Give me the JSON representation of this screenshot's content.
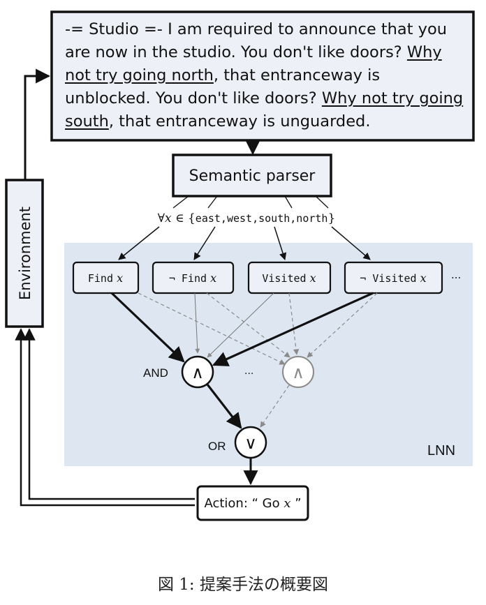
{
  "observation": {
    "segments": [
      {
        "text": "-= Studio =- I am required to announce that you are now in the studio. You don't like doors? ",
        "underline": false
      },
      {
        "text": "Why not try going north",
        "underline": true
      },
      {
        "text": ", that entranceway is unblocked. You don't like doors? ",
        "underline": false
      },
      {
        "text": "Why not try going south",
        "underline": true
      },
      {
        "text": ", that entranceway is unguarded.",
        "underline": false
      }
    ]
  },
  "environment_label": "Environment",
  "semantic_parser_label": "Semantic parser",
  "quantifier": {
    "prefix": "∀",
    "var": "x",
    "member": " ∈ {",
    "set": "east,west,south,north",
    "close": "}"
  },
  "predicates": [
    {
      "label": "Find",
      "var": "x"
    },
    {
      "label": "¬ Find",
      "var": "x"
    },
    {
      "label": "Visited",
      "var": "x"
    },
    {
      "label": "¬ Visited",
      "var": "x"
    }
  ],
  "more_predicates": "...",
  "and_label": "AND",
  "and_symbol": "∧",
  "and_ellipsis": "...",
  "or_label": "OR",
  "or_symbol": "∨",
  "lnn_label": "LNN",
  "action": {
    "prefix": "Action: “ Go ",
    "var": "x",
    "suffix": " ”"
  },
  "caption": "図 1: 提案手法の概要図",
  "colors": {
    "lnn_bg": "#dde6f1",
    "box_bg": "#edf1f7",
    "faded": "#8a8a8a"
  }
}
